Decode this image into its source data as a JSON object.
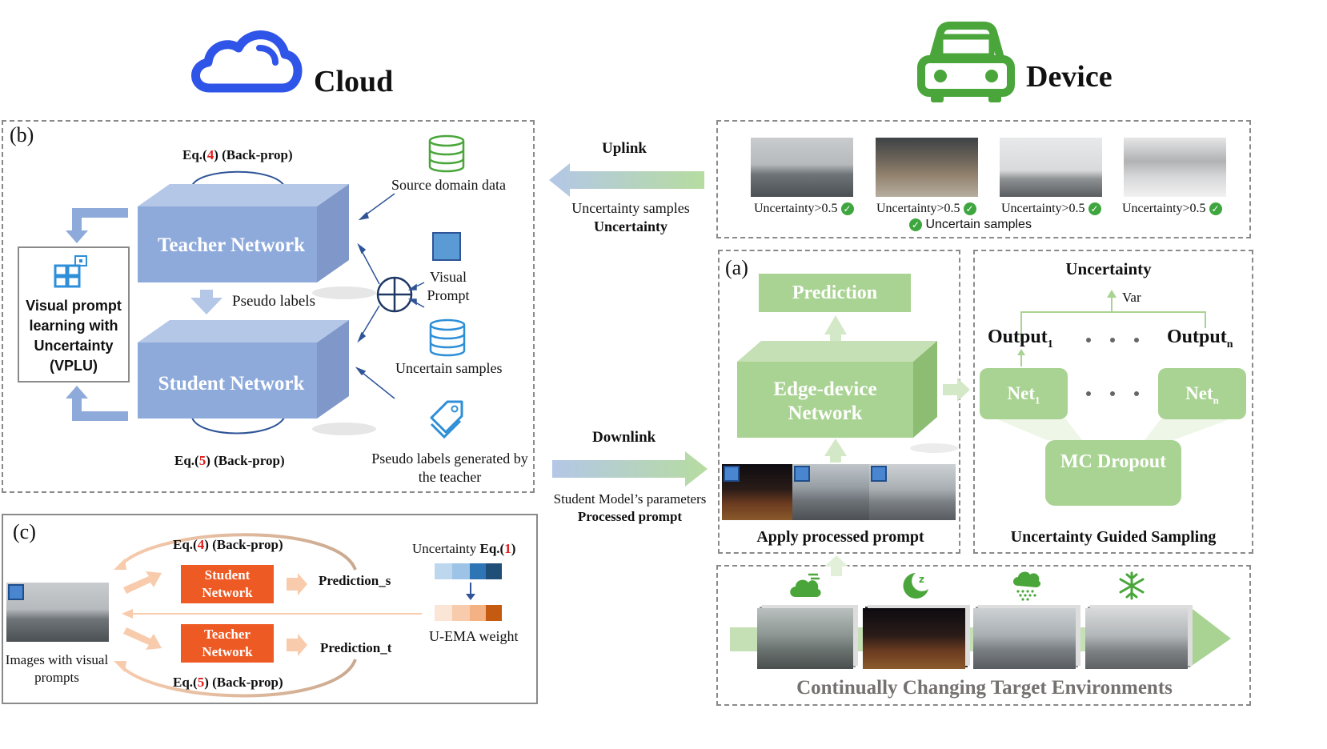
{
  "headers": {
    "cloud": "Cloud",
    "device": "Device"
  },
  "panel_b": {
    "label": "(b)",
    "eq_top": {
      "prefix": "Eq.(",
      "num": "4",
      "suffix": ") (Back-prop)"
    },
    "eq_bottom": {
      "prefix": "Eq.(",
      "num": "5",
      "suffix": ") (Back-prop)"
    },
    "teacher": "Teacher Network",
    "student": "Student Network",
    "pseudo_labels": "Pseudo labels",
    "vplu": "Visual prompt learning with Uncertainty (VPLU)",
    "source_data": "Source domain data",
    "visual_prompt": "Visual Prompt",
    "uncertain_samples": "Uncertain samples",
    "pseudo_teacher": "Pseudo labels generated by the teacher"
  },
  "links": {
    "uplink": "Uplink",
    "uplink_sub1": "Uncertainty samples",
    "uplink_sub2": "Uncertainty",
    "downlink": "Downlink",
    "downlink_sub1": "Student Model’s parameters",
    "downlink_sub2": "Processed prompt"
  },
  "samples": {
    "items": [
      "Uncertainty>0.5",
      "Uncertainty>0.5",
      "Uncertainty>0.5",
      "Uncertainty>0.5"
    ],
    "caption": "Uncertain samples"
  },
  "panel_a": {
    "label": "(a)",
    "prediction": "Prediction",
    "edge": "Edge-device Network",
    "caption": "Apply processed prompt"
  },
  "sampling": {
    "uncertainty": "Uncertainty",
    "var": "Var",
    "output1": "Output",
    "output1_sub": "1",
    "outputn": "Output",
    "outputn_sub": "n",
    "net1": "Net",
    "net1_sub": "1",
    "netn": "Net",
    "netn_sub": "n",
    "mc": "MC Dropout",
    "caption": "Uncertainty Guided Sampling"
  },
  "panel_c": {
    "label": "(c)",
    "eq_top": {
      "prefix": "Eq.(",
      "num": "4",
      "suffix": ") (Back-prop)"
    },
    "eq_bottom": {
      "prefix": "Eq.(",
      "num": "5",
      "suffix": ") (Back-prop)"
    },
    "student": "Student Network",
    "teacher": "Teacher Network",
    "pred_s": "Prediction_s",
    "pred_t": "Prediction_t",
    "uncertainty": "Uncertainty",
    "eq1": {
      "prefix": "Eq.(",
      "num": "1",
      "suffix": ")"
    },
    "uema": "U-EMA weight",
    "images": "Images with visual prompts"
  },
  "env": {
    "caption": "Continually Changing Target Environments"
  },
  "colors": {
    "blue": "#8eaadb",
    "green": "#a9d392",
    "orange": "#ee5a24",
    "red": "#e01b1b"
  },
  "icons": [
    "cloud-icon",
    "car-icon",
    "database-icon",
    "plus-circle-icon",
    "tag-icon",
    "grid-icon",
    "check-icon",
    "cloudy-icon",
    "moon-icon",
    "rain-icon",
    "snowflake-icon"
  ]
}
